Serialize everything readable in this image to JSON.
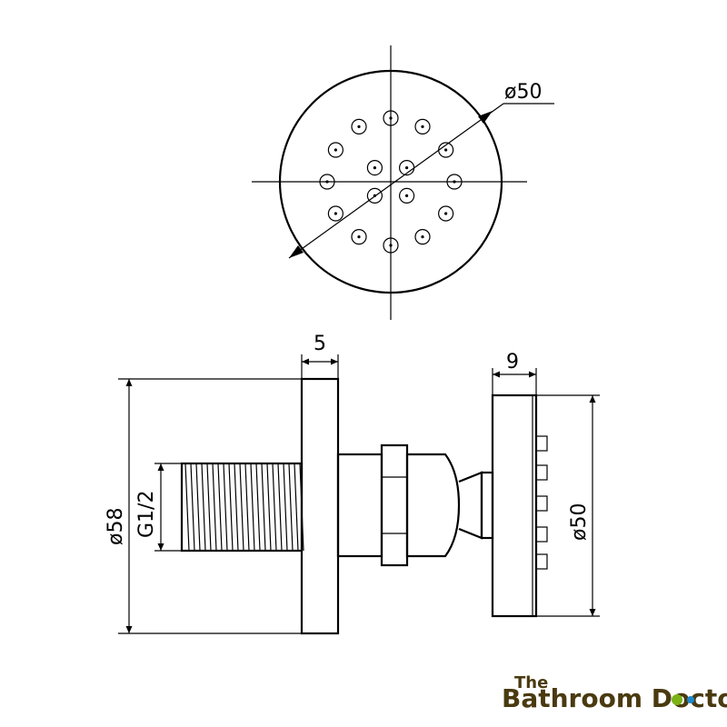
{
  "dimensions": {
    "face_diameter": "ø50",
    "flange_thickness": "5",
    "head_depth": "9",
    "flange_diameter": "ø58",
    "thread": "G1/2",
    "head_diameter": "ø50"
  },
  "logo": {
    "line1": "The",
    "line2": "Bathroom Doctor",
    "colors": {
      "text": "#4a3a10",
      "accent_green": "#7ab317",
      "accent_blue": "#1a88cf"
    }
  }
}
